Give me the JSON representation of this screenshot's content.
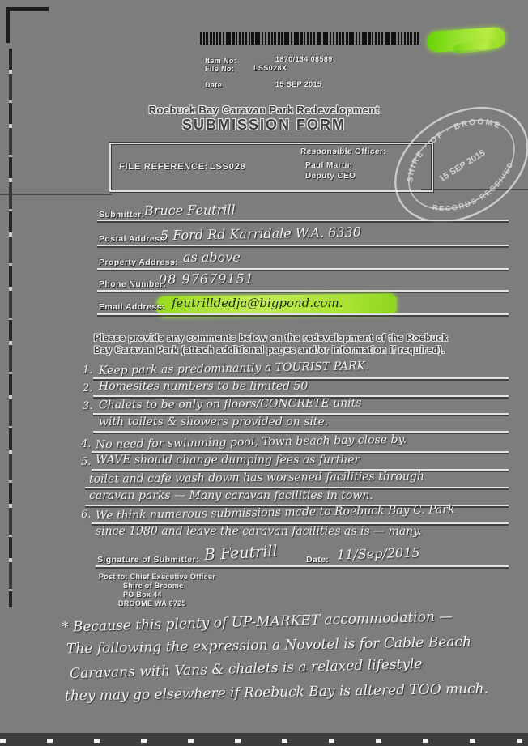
{
  "scan_header": {
    "meta": {
      "item_label": "Item No:",
      "item_value": "1870/134 08589",
      "file_label": "File No:",
      "file_value": "LSS028X",
      "date_label": "Date",
      "date_value": "15 SEP 2015"
    }
  },
  "title": {
    "line1": "Roebuck Bay Caravan Park Redevelopment",
    "line2": "SUBMISSION FORM"
  },
  "reference_box": {
    "file_reference_label": "FILE REFERENCE:",
    "file_reference_value": "LSS028",
    "officer_label": "Responsible Officer:",
    "officer_name": "Paul Martin",
    "officer_title": "Deputy CEO"
  },
  "received_stamp": {
    "arc_top": "SHIRE · OF · BROOME",
    "arc_bottom": "RECORDS RECEIVED",
    "center": "15 SEP 2015"
  },
  "fields": [
    {
      "label": "Submitter:",
      "value": "Bruce Feutrill"
    },
    {
      "label": "Postal Address:",
      "value": "5 Ford Rd  Karridale  W.A.  6330"
    },
    {
      "label": "Property Address:",
      "value": "as above"
    },
    {
      "label": "Phone Number:",
      "value": "08 97679151"
    },
    {
      "label": "Email Address:",
      "value": "feutrilldedja@bigpond.com."
    }
  ],
  "instructions": {
    "line1": "Please provide any comments below on the redevelopment of the Roebuck",
    "line2": "Bay Caravan Park (attach additional pages and/or information if required)."
  },
  "comments": [
    {
      "num": "1.",
      "text": "Keep park as predominantly a TOURIST PARK."
    },
    {
      "num": "2.",
      "text": "Homesites numbers to be limited 50"
    },
    {
      "num": "3.",
      "text": "Chalets to be only on floors/CONCRETE units"
    },
    {
      "num": "",
      "text": "with toilets & showers provided on site."
    },
    {
      "num": "4.",
      "text": "No need for swimming pool, Town beach bay close by."
    },
    {
      "num": "5.",
      "text": "WAVE should change dumping fees as further"
    },
    {
      "num": "",
      "text": "toilet and cafe wash down has worsened facilities through"
    },
    {
      "num": "",
      "text": "caravan parks — Many caravan facilities in town."
    },
    {
      "num": "6.",
      "text": "We think numerous submissions made to Roebuck Bay C. Park"
    },
    {
      "num": "",
      "text": "since 1980 and leave the caravan facilities as is — many."
    }
  ],
  "signature": {
    "label": "Signature of Submitter:",
    "value": "B Feutrill",
    "date_label": "Date:",
    "date_value": "11/Sep/2015"
  },
  "post_to": {
    "line1": "Post to: Chief Executive Officer",
    "line2": "Shire of Broome",
    "line3": "PO Box 44",
    "line4": "BROOME WA 6725"
  },
  "footnote": {
    "line1": "* Because this plenty of UP-MARKET accommodation —",
    "line2": "The following the expression a Novotel is for Cable Beach",
    "line3": "Caravans with Vans & chalets is a relaxed lifestyle",
    "line4": "they may go elsewhere if Roebuck Bay is altered TOO much."
  }
}
